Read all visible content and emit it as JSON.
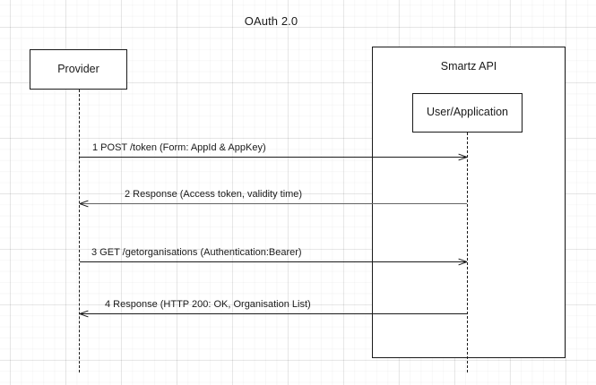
{
  "diagram": {
    "title": "OAuth 2.0",
    "type": "sequence-diagram",
    "participants": [
      {
        "id": "provider",
        "label": "Provider"
      },
      {
        "id": "smartz_api",
        "label": "Smartz API"
      },
      {
        "id": "user_application",
        "label": "User/Application"
      }
    ],
    "messages": [
      {
        "number": "1",
        "label": "1 POST /token  (Form: AppId & AppKey)",
        "from": "provider",
        "to": "user_application",
        "direction": "right",
        "color": "#1a1a1a"
      },
      {
        "number": "2",
        "label": "2 Response (Access token, validity time)",
        "from": "user_application",
        "to": "provider",
        "direction": "left",
        "color": "#666666"
      },
      {
        "number": "3",
        "label": "3 GET /getorganisations (Authentication:Bearer)",
        "from": "provider",
        "to": "user_application",
        "direction": "right",
        "color": "#1a1a1a"
      },
      {
        "number": "4",
        "label": "4 Response (HTTP 200: OK, Organisation List)",
        "from": "user_application",
        "to": "provider",
        "direction": "left",
        "color": "#1a1a1a"
      }
    ],
    "colors": {
      "stroke": "#1a1a1a",
      "response_stroke": "#666666",
      "background": "#ffffff",
      "grid": "#eaeaea"
    }
  }
}
